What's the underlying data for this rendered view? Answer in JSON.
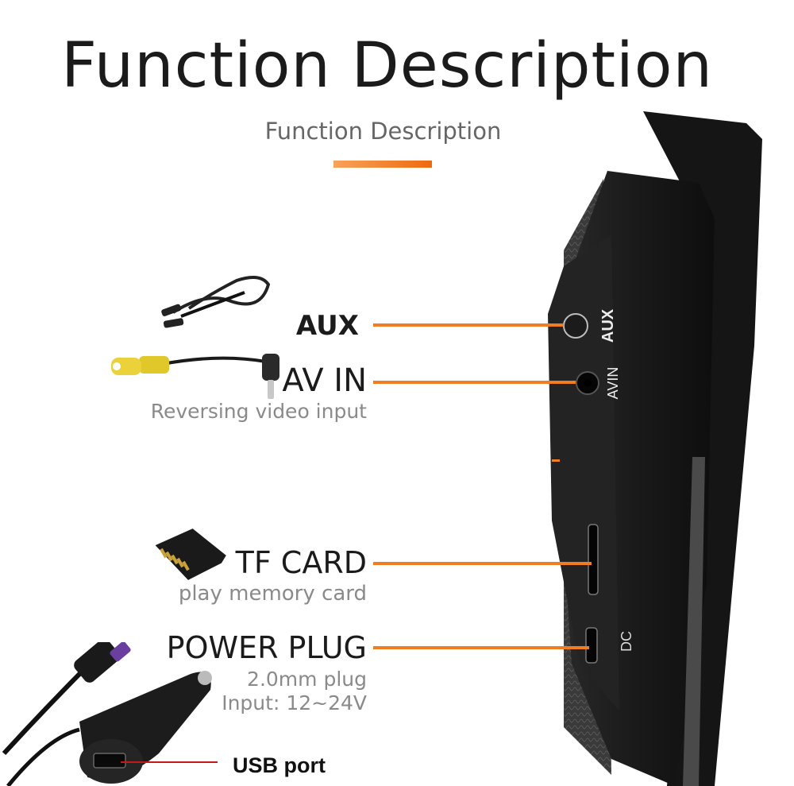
{
  "header": {
    "title": "Function Description",
    "subtitle": "Function Description"
  },
  "callouts": {
    "aux": {
      "label": "AUX",
      "port_label": "AUX"
    },
    "av_in": {
      "label": "AV IN",
      "description": "Reversing video input",
      "port_label": "AVIN"
    },
    "tf_card": {
      "label": "TF CARD",
      "description": "play memory card"
    },
    "power_plug": {
      "label": "POWER PLUG",
      "description_1": "2.0mm plug",
      "description_2": "Input: 12~24V",
      "port_label": "DC"
    },
    "usb": {
      "label": "USB port"
    }
  },
  "colors": {
    "accent": "#ef7d22",
    "usb_line": "#c21a1a",
    "device": "#1e1e1e"
  }
}
